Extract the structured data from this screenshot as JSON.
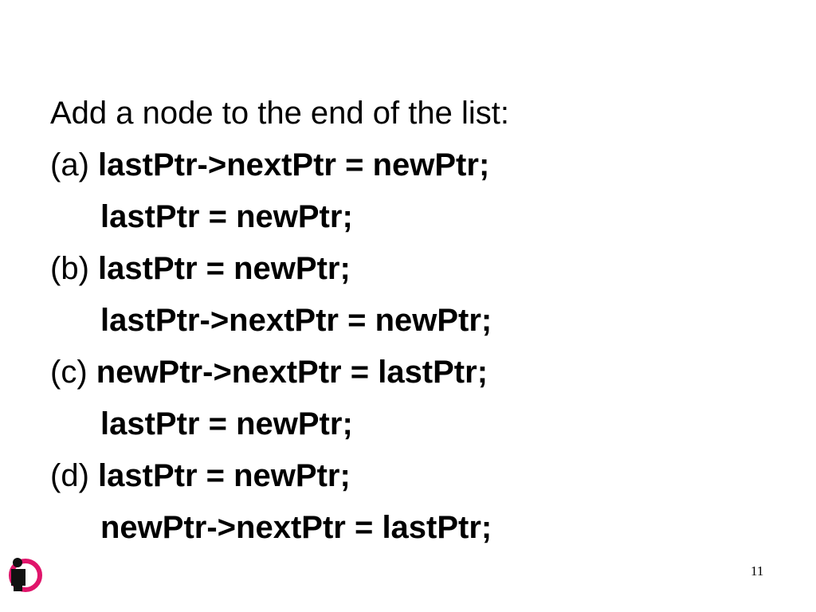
{
  "slide": {
    "question": "Add a node to the end of the list:",
    "options": [
      {
        "label": "(a)",
        "lines": [
          "lastPtr->nextPtr = newPtr;",
          "lastPtr = newPtr;"
        ]
      },
      {
        "label": "(b)",
        "lines": [
          "lastPtr = newPtr;",
          "lastPtr->nextPtr = newPtr;"
        ]
      },
      {
        "label": "(c)",
        "lines": [
          "newPtr->nextPtr = lastPtr;",
          "lastPtr = newPtr;"
        ]
      },
      {
        "label": "(d)",
        "lines": [
          "lastPtr = newPtr;",
          "newPtr->nextPtr = lastPtr;"
        ]
      }
    ],
    "page_number": "11"
  },
  "logo": {
    "icon": "person-info-icon",
    "colors": {
      "ring": "#e0156b",
      "figure": "#111111"
    }
  }
}
